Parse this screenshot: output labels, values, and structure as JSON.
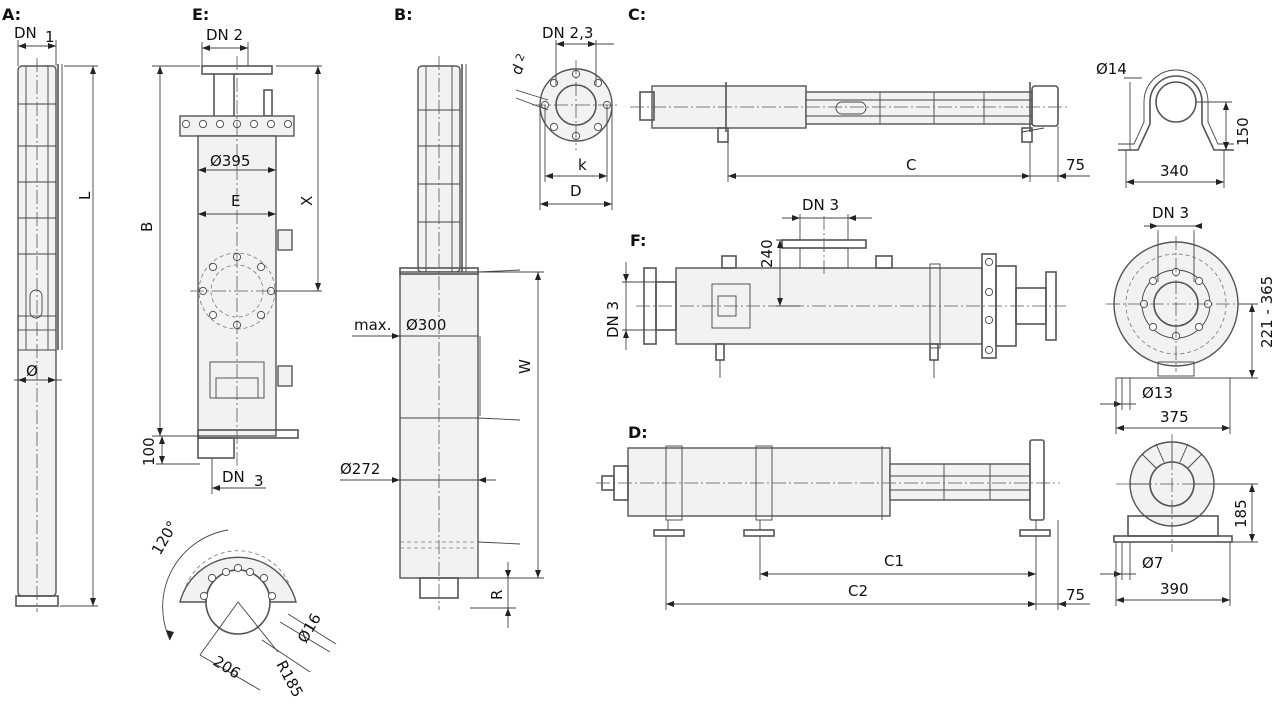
{
  "views": {
    "a": "A:",
    "e": "E:",
    "b": "B:",
    "c": "C:",
    "f": "F:",
    "d": "D:"
  },
  "dims": {
    "dn1": "DN",
    "dn1_sub": "1",
    "l": "L",
    "dia_a": "Ø",
    "dn2_e": "DN 2",
    "dia395": "Ø395",
    "e": "E",
    "b": "B",
    "x": "X",
    "d100": "100",
    "dn3_e": "DN",
    "dn3_e_sub": "3",
    "a120": "120°",
    "d206": "206",
    "r185": "R185",
    "dia16": "Ø16",
    "d2": "d",
    "d2_sub": "2",
    "dn23": "DN 2,3",
    "k": "k",
    "d": "D",
    "max": "max.",
    "dia300": "Ø300",
    "w": "W",
    "dia272": "Ø272",
    "r": "R",
    "c": "C",
    "c75": "75",
    "dia14": "Ø14",
    "d150": "150",
    "d340": "340",
    "dn3_f": "DN 3",
    "d240": "240",
    "dn3_fv": "DN 3",
    "dn3_fr": "DN 3",
    "d221": "221 - 365",
    "dia13": "Ø13",
    "d375": "375",
    "c1": "C1",
    "c2": "C2",
    "d75": "75",
    "d185": "185",
    "dia7": "Ø7",
    "d390": "390"
  }
}
